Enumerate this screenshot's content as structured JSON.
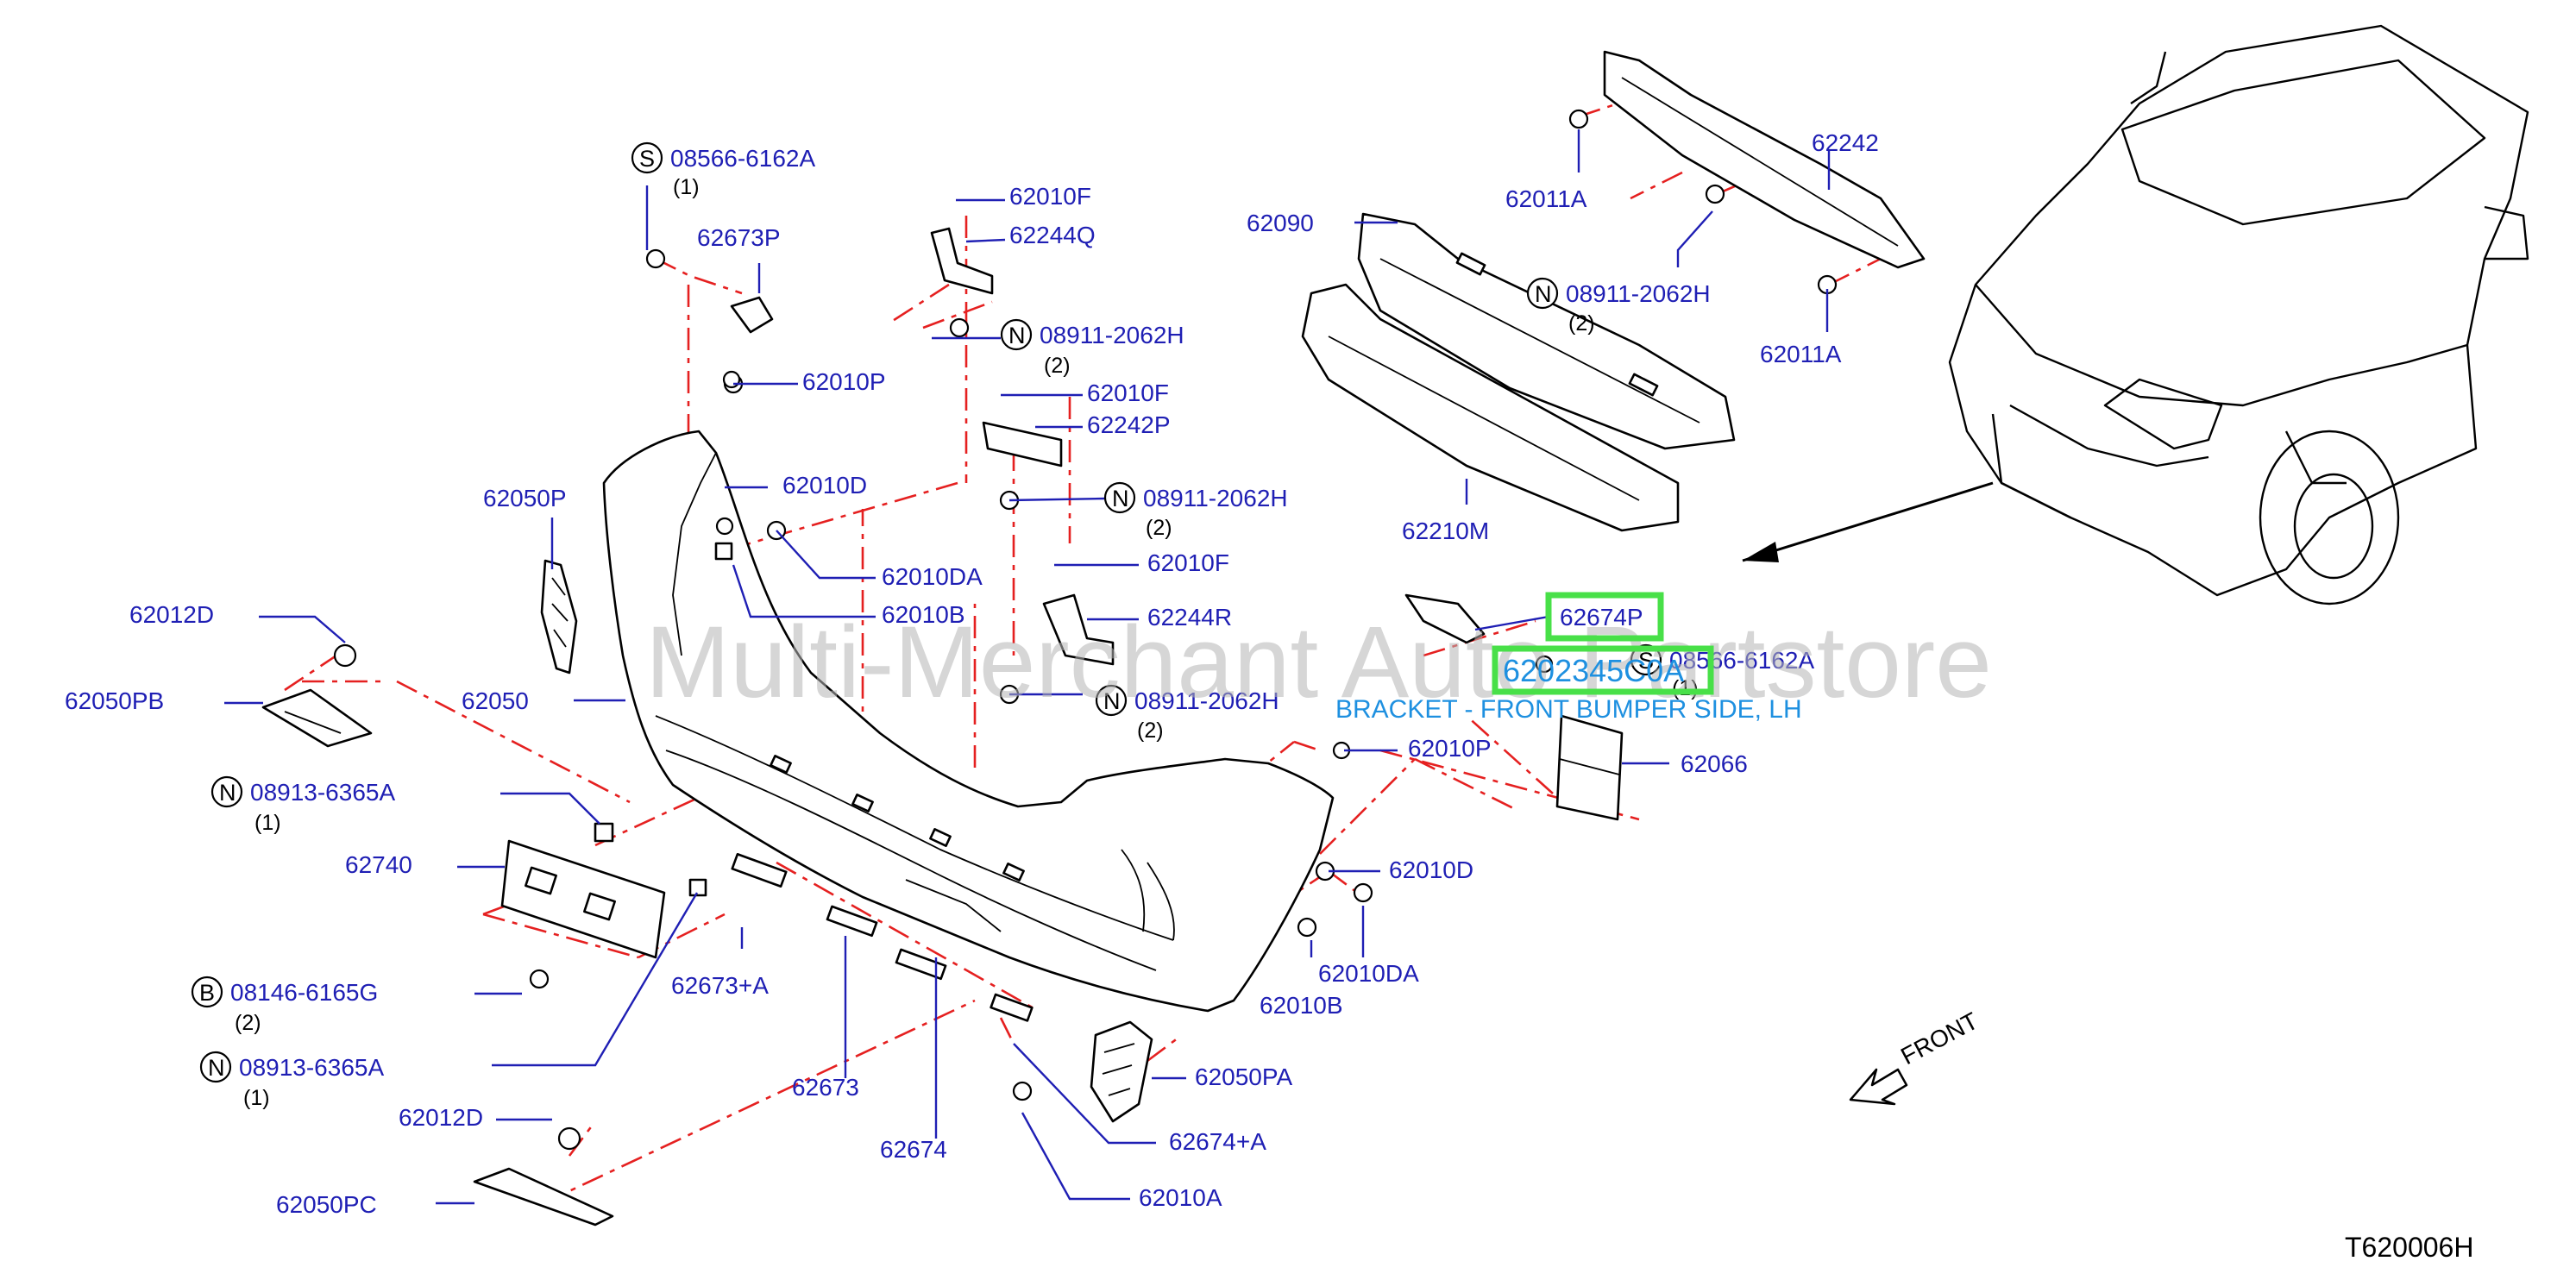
{
  "diagram": {
    "reference_code": "T620006H",
    "front_label": "FRONT",
    "watermark": "Multi-Merchant Auto Partstore",
    "highlight": {
      "part_a": "62674P",
      "part_b": "6202345C0A",
      "description": "BRACKET - FRONT BUMPER SIDE, LH"
    },
    "callouts": [
      {
        "id": "c-08566-6162a-top",
        "part": "08566-6162A",
        "prefix": "S",
        "qty": "(1)"
      },
      {
        "id": "c-62673p",
        "part": "62673P"
      },
      {
        "id": "c-62010f-1",
        "part": "62010F"
      },
      {
        "id": "c-62244q",
        "part": "62244Q"
      },
      {
        "id": "c-08911-2062h-1",
        "part": "08911-2062H",
        "prefix": "N",
        "qty": "(2)"
      },
      {
        "id": "c-62010p-1",
        "part": "62010P"
      },
      {
        "id": "c-62010f-2",
        "part": "62010F"
      },
      {
        "id": "c-62242p",
        "part": "62242P"
      },
      {
        "id": "c-62050p",
        "part": "62050P"
      },
      {
        "id": "c-62010d-1",
        "part": "62010D"
      },
      {
        "id": "c-08911-2062h-2",
        "part": "08911-2062H",
        "prefix": "N",
        "qty": "(2)"
      },
      {
        "id": "c-62010da-1",
        "part": "62010DA"
      },
      {
        "id": "c-62010f-3",
        "part": "62010F"
      },
      {
        "id": "c-62012d-1",
        "part": "62012D"
      },
      {
        "id": "c-62010b-1",
        "part": "62010B"
      },
      {
        "id": "c-62244r",
        "part": "62244R"
      },
      {
        "id": "c-62050pb",
        "part": "62050PB"
      },
      {
        "id": "c-62050",
        "part": "62050"
      },
      {
        "id": "c-08911-2062h-3",
        "part": "08911-2062H",
        "prefix": "N",
        "qty": "(2)"
      },
      {
        "id": "c-08913-6365a-1",
        "part": "08913-6365A",
        "prefix": "N",
        "qty": "(1)"
      },
      {
        "id": "c-62740",
        "part": "62740"
      },
      {
        "id": "c-08146-6165g",
        "part": "08146-6165G",
        "prefix": "B",
        "qty": "(2)"
      },
      {
        "id": "c-08913-6365a-2",
        "part": "08913-6365A",
        "prefix": "N",
        "qty": "(1)"
      },
      {
        "id": "c-62673a",
        "part": "62673+A"
      },
      {
        "id": "c-62673",
        "part": "62673"
      },
      {
        "id": "c-62012d-2",
        "part": "62012D"
      },
      {
        "id": "c-62674",
        "part": "62674"
      },
      {
        "id": "c-62050pc",
        "part": "62050PC"
      },
      {
        "id": "c-62010a",
        "part": "62010A"
      },
      {
        "id": "c-62674a",
        "part": "62674+A"
      },
      {
        "id": "c-62050pa",
        "part": "62050PA"
      },
      {
        "id": "c-62010b-2",
        "part": "62010B"
      },
      {
        "id": "c-62010da-2",
        "part": "62010DA"
      },
      {
        "id": "c-62010d-2",
        "part": "62010D"
      },
      {
        "id": "c-62010p-2",
        "part": "62010P"
      },
      {
        "id": "c-62066",
        "part": "62066"
      },
      {
        "id": "c-08566-6162a-2",
        "part": "08566-6162A",
        "prefix": "S",
        "qty": "(1)"
      },
      {
        "id": "c-62090",
        "part": "62090"
      },
      {
        "id": "c-08911-2062h-4",
        "part": "08911-2062H",
        "prefix": "N",
        "qty": "(2)"
      },
      {
        "id": "c-62210m",
        "part": "62210M"
      },
      {
        "id": "c-62011a-1",
        "part": "62011A"
      },
      {
        "id": "c-62242",
        "part": "62242"
      },
      {
        "id": "c-62011a-2",
        "part": "62011A"
      }
    ]
  }
}
